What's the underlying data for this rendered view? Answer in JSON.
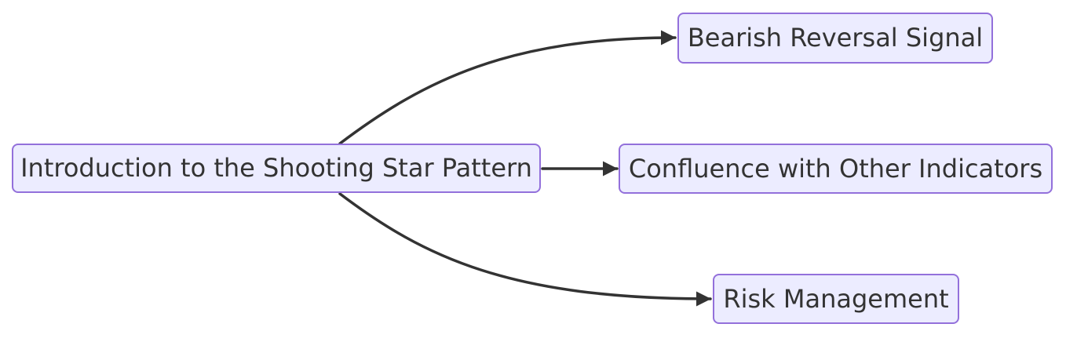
{
  "diagram": {
    "type": "flowchart",
    "direction": "left-to-right",
    "nodes": [
      {
        "id": "intro",
        "label": "Introduction to the Shooting Star Pattern"
      },
      {
        "id": "bearish",
        "label": "Bearish Reversal Signal"
      },
      {
        "id": "confluence",
        "label": "Confluence with Other Indicators"
      },
      {
        "id": "risk",
        "label": "Risk Management"
      }
    ],
    "edges": [
      {
        "from": "intro",
        "to": "bearish",
        "style": "curved",
        "arrow": "filled-triangle"
      },
      {
        "from": "intro",
        "to": "confluence",
        "style": "straight",
        "arrow": "filled-triangle"
      },
      {
        "from": "intro",
        "to": "risk",
        "style": "curved",
        "arrow": "filled-triangle"
      }
    ],
    "colors": {
      "node_fill": "#ECECFF",
      "node_border": "#9370DB",
      "node_text": "#333333",
      "edge_stroke": "#333333",
      "background": "#FFFFFF"
    }
  }
}
